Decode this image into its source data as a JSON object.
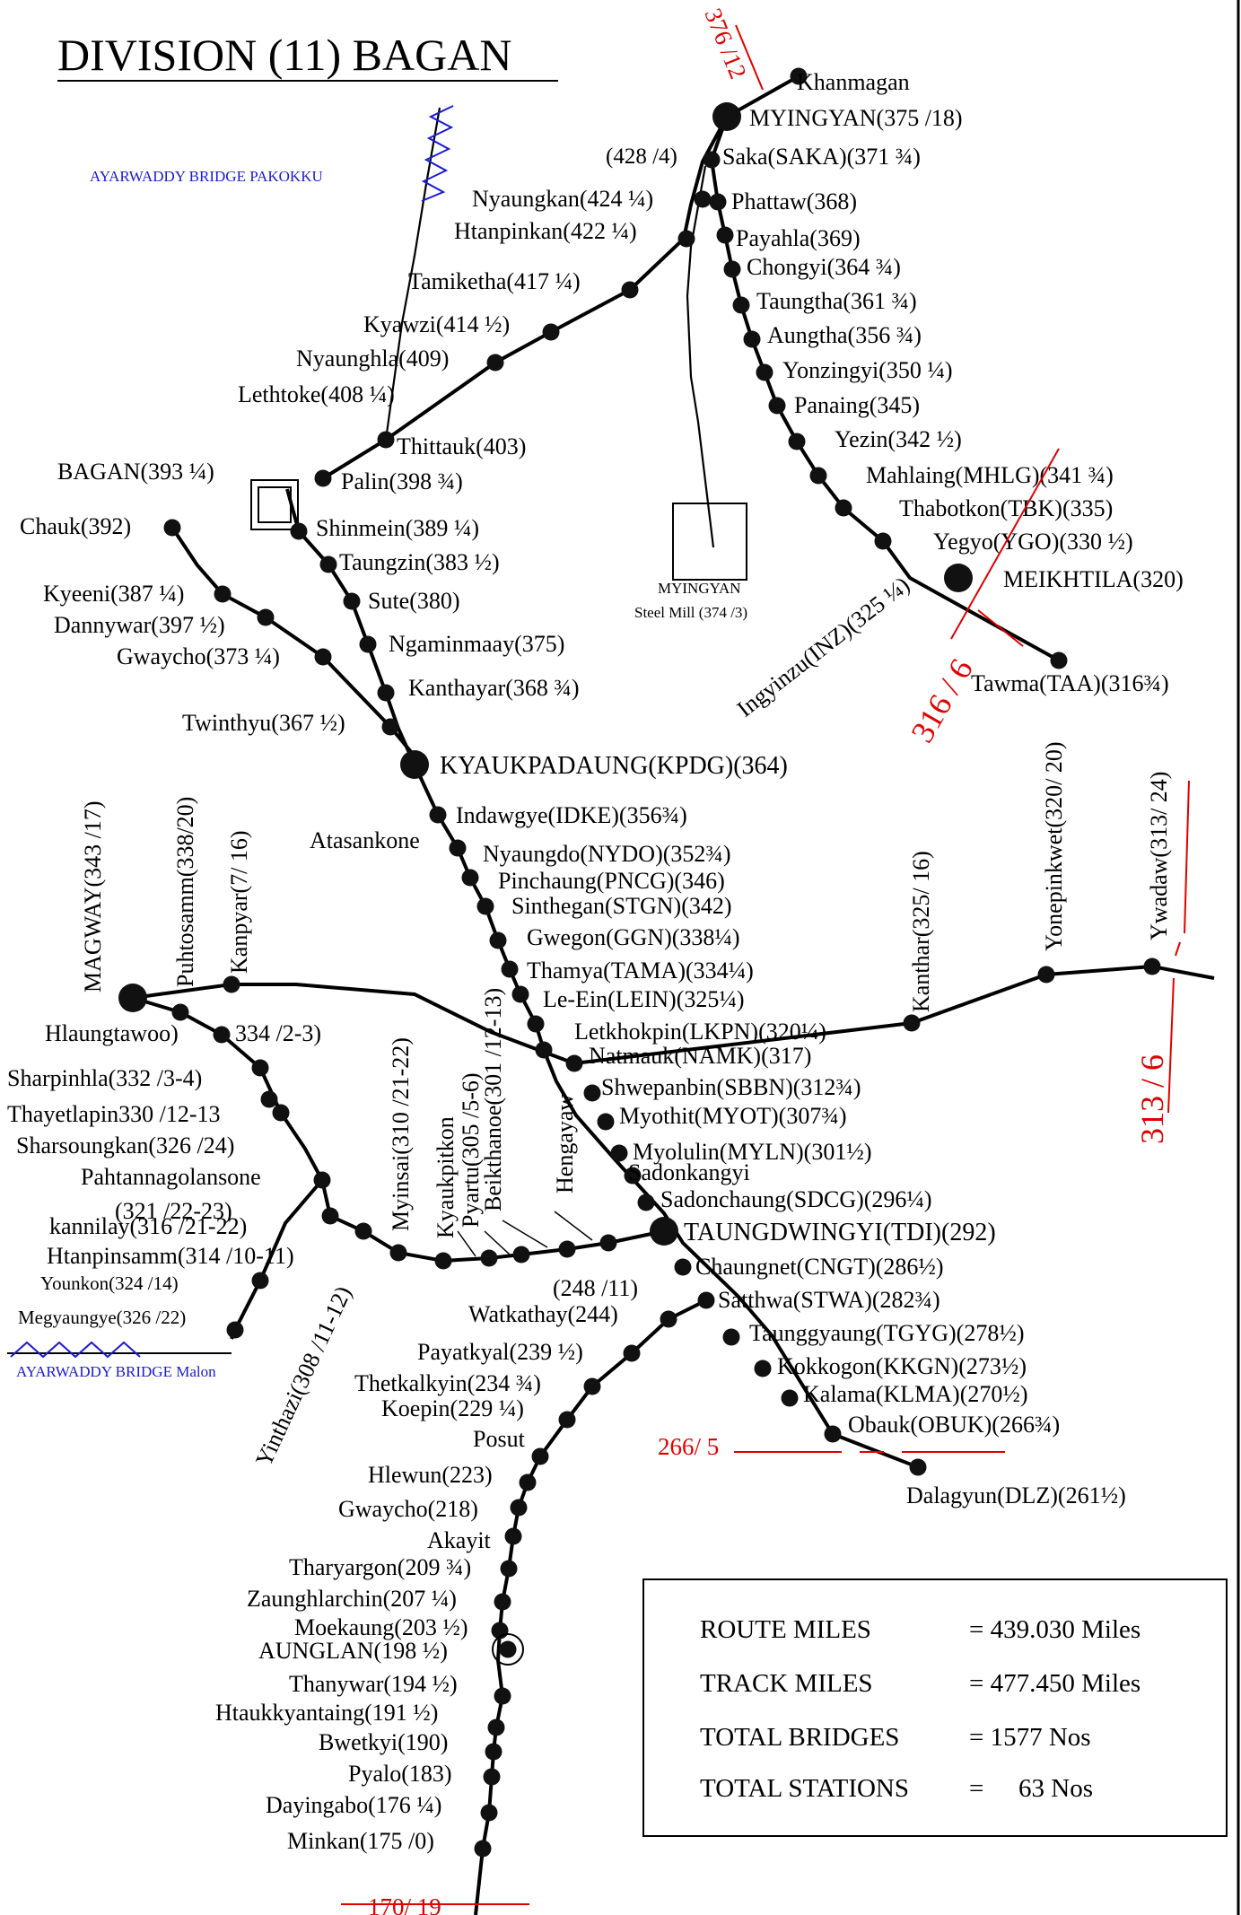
{
  "title": "DIVISION (11) BAGAN",
  "bridges": {
    "pakokku": "AYARWADDY BRIDGE PAKOKKU",
    "malon": "AYARWADDY BRIDGE Malon"
  },
  "steel_mill": {
    "name": "MYINGYAN",
    "sub": "Steel Mill (374 /3)"
  },
  "boundaries": {
    "b1": "376 /12",
    "b2": "316 / 6",
    "b3": "313 / 6",
    "b4": "266/ 5",
    "b5": "170/ 19"
  },
  "summary": {
    "route_label": "ROUTE  MILES",
    "route_value": "= 439.030 Miles",
    "track_label": "TRACK  MILES",
    "track_value": "= 477.450 Miles",
    "bridges_label": "TOTAL BRIDGES",
    "bridges_value": "= 1577 Nos",
    "stations_label": "TOTAL STATIONS",
    "stations_eq": "=",
    "stations_value": "63 Nos"
  },
  "stations": [
    {
      "id": "khanmagan",
      "label": "Khanmagan"
    },
    {
      "id": "myingyan",
      "label": "MYINGYAN(375 /18)"
    },
    {
      "id": "saka",
      "label": "Saka(SAKA)(371 ¾)"
    },
    {
      "id": "saka_left",
      "label": "(428 /4)"
    },
    {
      "id": "nyaungkan",
      "label": "Nyaungkan(424 ¼)"
    },
    {
      "id": "htanpinkan",
      "label": "Htanpinkan(422 ¼)"
    },
    {
      "id": "tamiketha",
      "label": "Tamiketha(417 ¼)"
    },
    {
      "id": "kyawzi",
      "label": "Kyawzi(414 ½)"
    },
    {
      "id": "nyaunghla",
      "label": "Nyaunghla(409)"
    },
    {
      "id": "lethtoke",
      "label": "Lethtoke(408 ¼)"
    },
    {
      "id": "thittauk",
      "label": "Thittauk(403)"
    },
    {
      "id": "palin",
      "label": "Palin(398 ¾)"
    },
    {
      "id": "bagan",
      "label": "BAGAN(393 ¼)"
    },
    {
      "id": "shinmein",
      "label": "Shinmein(389 ¼)"
    },
    {
      "id": "taungzin",
      "label": "Taungzin(383 ½)"
    },
    {
      "id": "sute",
      "label": "Sute(380)"
    },
    {
      "id": "ngaminmaay",
      "label": "Ngaminmaay(375)"
    },
    {
      "id": "kanthayar",
      "label": "Kanthayar(368 ¾)"
    },
    {
      "id": "chauk",
      "label": "Chauk(392)"
    },
    {
      "id": "kyeeni",
      "label": "Kyeeni(387 ¼)"
    },
    {
      "id": "dannywar",
      "label": "Dannywar(397 ½)"
    },
    {
      "id": "gwaycho1",
      "label": "Gwaycho(373 ¼)"
    },
    {
      "id": "twinthyu",
      "label": "Twinthyu(367 ½)"
    },
    {
      "id": "kyaukpadaung",
      "label": "KYAUKPADAUNG(KPDG)(364)"
    },
    {
      "id": "indawgye",
      "label": "Indawgye(IDKE)(356¾)"
    },
    {
      "id": "atasankone",
      "label": "Atasankone"
    },
    {
      "id": "nyaungdo",
      "label": "Nyaungdo(NYDO)(352¾)"
    },
    {
      "id": "pinchaung",
      "label": "Pinchaung(PNCG)(346)"
    },
    {
      "id": "sinthegan",
      "label": "Sinthegan(STGN)(342)"
    },
    {
      "id": "gwegon",
      "label": "Gwegon(GGN)(338¼)"
    },
    {
      "id": "thamya",
      "label": "Thamya(TAMA)(334¼)"
    },
    {
      "id": "leein",
      "label": "Le-Ein(LEIN)(325¼)"
    },
    {
      "id": "letkhokpin",
      "label": "Letkhokpin(LKPN)(320¼)"
    },
    {
      "id": "natmauk",
      "label": "Natmauk(NAMK)(317)"
    },
    {
      "id": "shwepanbin",
      "label": "Shwepanbin(SBBN)(312¾)"
    },
    {
      "id": "myothit",
      "label": "Myothit(MYOT)(307¾)"
    },
    {
      "id": "myolulin",
      "label": "Myolulin(MYLN)(301½)"
    },
    {
      "id": "sadonkangyi",
      "label": "Sadonkangyi"
    },
    {
      "id": "sadonchaung",
      "label": "Sadonchaung(SDCG)(296¼)"
    },
    {
      "id": "taungdwingyi",
      "label": "TAUNGDWINGYI(TDI)(292)"
    },
    {
      "id": "chaungnet",
      "label": "Chaungnet(CNGT)(286½)"
    },
    {
      "id": "satthwa",
      "label": "Satthwa(STWA)(282¾)"
    },
    {
      "id": "taunggyaung",
      "label": "Taunggyaung(TGYG)(278½)"
    },
    {
      "id": "kokkogon",
      "label": "Kokkogon(KKGN)(273½)"
    },
    {
      "id": "kalama",
      "label": "Kalama(KLMA)(270½)"
    },
    {
      "id": "obauk",
      "label": "Obauk(OBUK)(266¾)"
    },
    {
      "id": "dalagyun",
      "label": "Dalagyun(DLZ)(261½)"
    },
    {
      "id": "phattaw",
      "label": "Phattaw(368)"
    },
    {
      "id": "payahla",
      "label": "Payahla(369)"
    },
    {
      "id": "chongyi",
      "label": "Chongyi(364 ¾)"
    },
    {
      "id": "taungtha",
      "label": "Taungtha(361 ¾)"
    },
    {
      "id": "aungtha",
      "label": "Aungtha(356 ¾)"
    },
    {
      "id": "yonzingyi",
      "label": "Yonzingyi(350 ¼)"
    },
    {
      "id": "panaing",
      "label": "Panaing(345)"
    },
    {
      "id": "yezin",
      "label": "Yezin(342 ½)"
    },
    {
      "id": "mahlaing",
      "label": "Mahlaing(MHLG)(341 ¾)"
    },
    {
      "id": "thabotkon",
      "label": "Thabotkon(TBK)(335)"
    },
    {
      "id": "yegyo",
      "label": "Yegyo(YGO)(330 ½)"
    },
    {
      "id": "meikhtila",
      "label": "MEIKHTILA(320)"
    },
    {
      "id": "ingyinzu",
      "label": "Ingyinzu(INZ)(325 ¼)"
    },
    {
      "id": "tawma",
      "label": "Tawma(TAA)(316¾)"
    },
    {
      "id": "magway",
      "label": "MAGWAY(343 /17)"
    },
    {
      "id": "puhtosamm",
      "label": "Puhtosamm(338/20)"
    },
    {
      "id": "kanpyar",
      "label": "Kanpyar(7/ 16)"
    },
    {
      "id": "hlaungtawoo",
      "label": "Hlaungtawoo)"
    },
    {
      "id": "hlaungtawoo2",
      "label": "334 /2-3)"
    },
    {
      "id": "sharpinhla",
      "label": "Sharpinhla(332 /3-4)"
    },
    {
      "id": "thayetlapin",
      "label": "Thayetlapin330 /12-13"
    },
    {
      "id": "sharsoungkan",
      "label": "Sharsoungkan(326 /24)"
    },
    {
      "id": "pahtanna",
      "label": "Pahtannagolansone"
    },
    {
      "id": "pahtanna2",
      "label": "(321 /22-23)"
    },
    {
      "id": "kannilay",
      "label": "kannilay(316 /21-22)"
    },
    {
      "id": "htanpinsamm",
      "label": "Htanpinsamm(314 /10-11)"
    },
    {
      "id": "younkon",
      "label": "Younkon(324 /14)"
    },
    {
      "id": "megyaungye",
      "label": "Megyaungye(326 /22)"
    },
    {
      "id": "myinsai",
      "label": "Myinsai(310 /21-22)"
    },
    {
      "id": "kyaukpitkon",
      "label": "Kyaukpitkon"
    },
    {
      "id": "pyartu",
      "label": "Pyartu(305 /5-6)"
    },
    {
      "id": "beikthanoe",
      "label": "Beikthanoe(301 /12-13)"
    },
    {
      "id": "hengayaw",
      "label": "Hengayaw"
    },
    {
      "id": "kanthar",
      "label": "Kanthar(325/ 16)"
    },
    {
      "id": "yonepinkwet",
      "label": "Yonepinkwet(320/ 20)"
    },
    {
      "id": "ywadaw",
      "label": "Ywadaw(313/ 24)"
    },
    {
      "id": "yinthazi",
      "label": "Yinthazi(308 /11-12)"
    },
    {
      "id": "km248",
      "label": "(248 /11)"
    },
    {
      "id": "watkathay",
      "label": "Watkathay(244)"
    },
    {
      "id": "payatkyal",
      "label": "Payatkyal(239 ½)"
    },
    {
      "id": "thetkalkyin",
      "label": "Thetkalkyin(234 ¾)"
    },
    {
      "id": "koepin",
      "label": "Koepin(229 ¼)"
    },
    {
      "id": "posut",
      "label": "Posut"
    },
    {
      "id": "hlewun",
      "label": "Hlewun(223)"
    },
    {
      "id": "gwaycho2",
      "label": "Gwaycho(218)"
    },
    {
      "id": "akayit",
      "label": "Akayit"
    },
    {
      "id": "tharyargon",
      "label": "Tharyargon(209 ¾)"
    },
    {
      "id": "zaunghlarchin",
      "label": "Zaunghlarchin(207 ¼)"
    },
    {
      "id": "moekaung",
      "label": "Moekaung(203 ½)"
    },
    {
      "id": "aunglan",
      "label": "AUNGLAN(198 ½)"
    },
    {
      "id": "thanywar",
      "label": "Thanywar(194 ½)"
    },
    {
      "id": "htaukkyantaing",
      "label": "Htaukkyantaing(191 ½)"
    },
    {
      "id": "bwetkyi",
      "label": "Bwetkyi(190)"
    },
    {
      "id": "pyalo",
      "label": "Pyalo(183)"
    },
    {
      "id": "dayingabo",
      "label": "Dayingabo(176 ¼)"
    },
    {
      "id": "minkan",
      "label": "Minkan(175 /0)"
    }
  ]
}
